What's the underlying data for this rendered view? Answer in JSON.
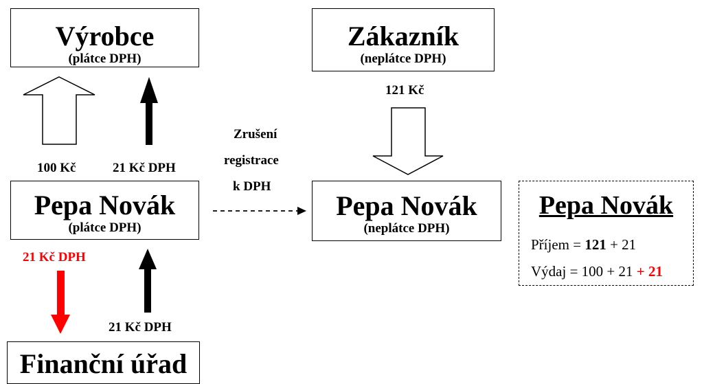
{
  "producer": {
    "title": "Výrobce",
    "subtitle": "(plátce DPH)"
  },
  "customer": {
    "title": "Zákazník",
    "subtitle": "(neplátce DPH)"
  },
  "pepa_payer": {
    "title": "Pepa Novák",
    "subtitle": "(plátce DPH)"
  },
  "pepa_nonpayer": {
    "title": "Pepa Novák",
    "subtitle": "(neplátce DPH)"
  },
  "tax_office": {
    "title": "Finanční úřad"
  },
  "labels": {
    "price_100": "100 Kč",
    "vat_21_to_producer": "21 Kč DPH",
    "customer_price": "121 Kč",
    "vat_21_to_office": "21 Kč DPH",
    "vat_21_from_office": "21 Kč DPH",
    "deregistration_line1": "Zrušení",
    "deregistration_line2": "registrace",
    "deregistration_line3": "k DPH"
  },
  "summary": {
    "title": "Pepa Novák",
    "income_prefix": "Příjem = ",
    "income_bold": "121",
    "income_suffix": " + 21",
    "expense_prefix": "Výdaj = 100 + 21 ",
    "expense_red": "+ 21"
  },
  "colors": {
    "red": "#ff0000",
    "black": "#000000"
  }
}
